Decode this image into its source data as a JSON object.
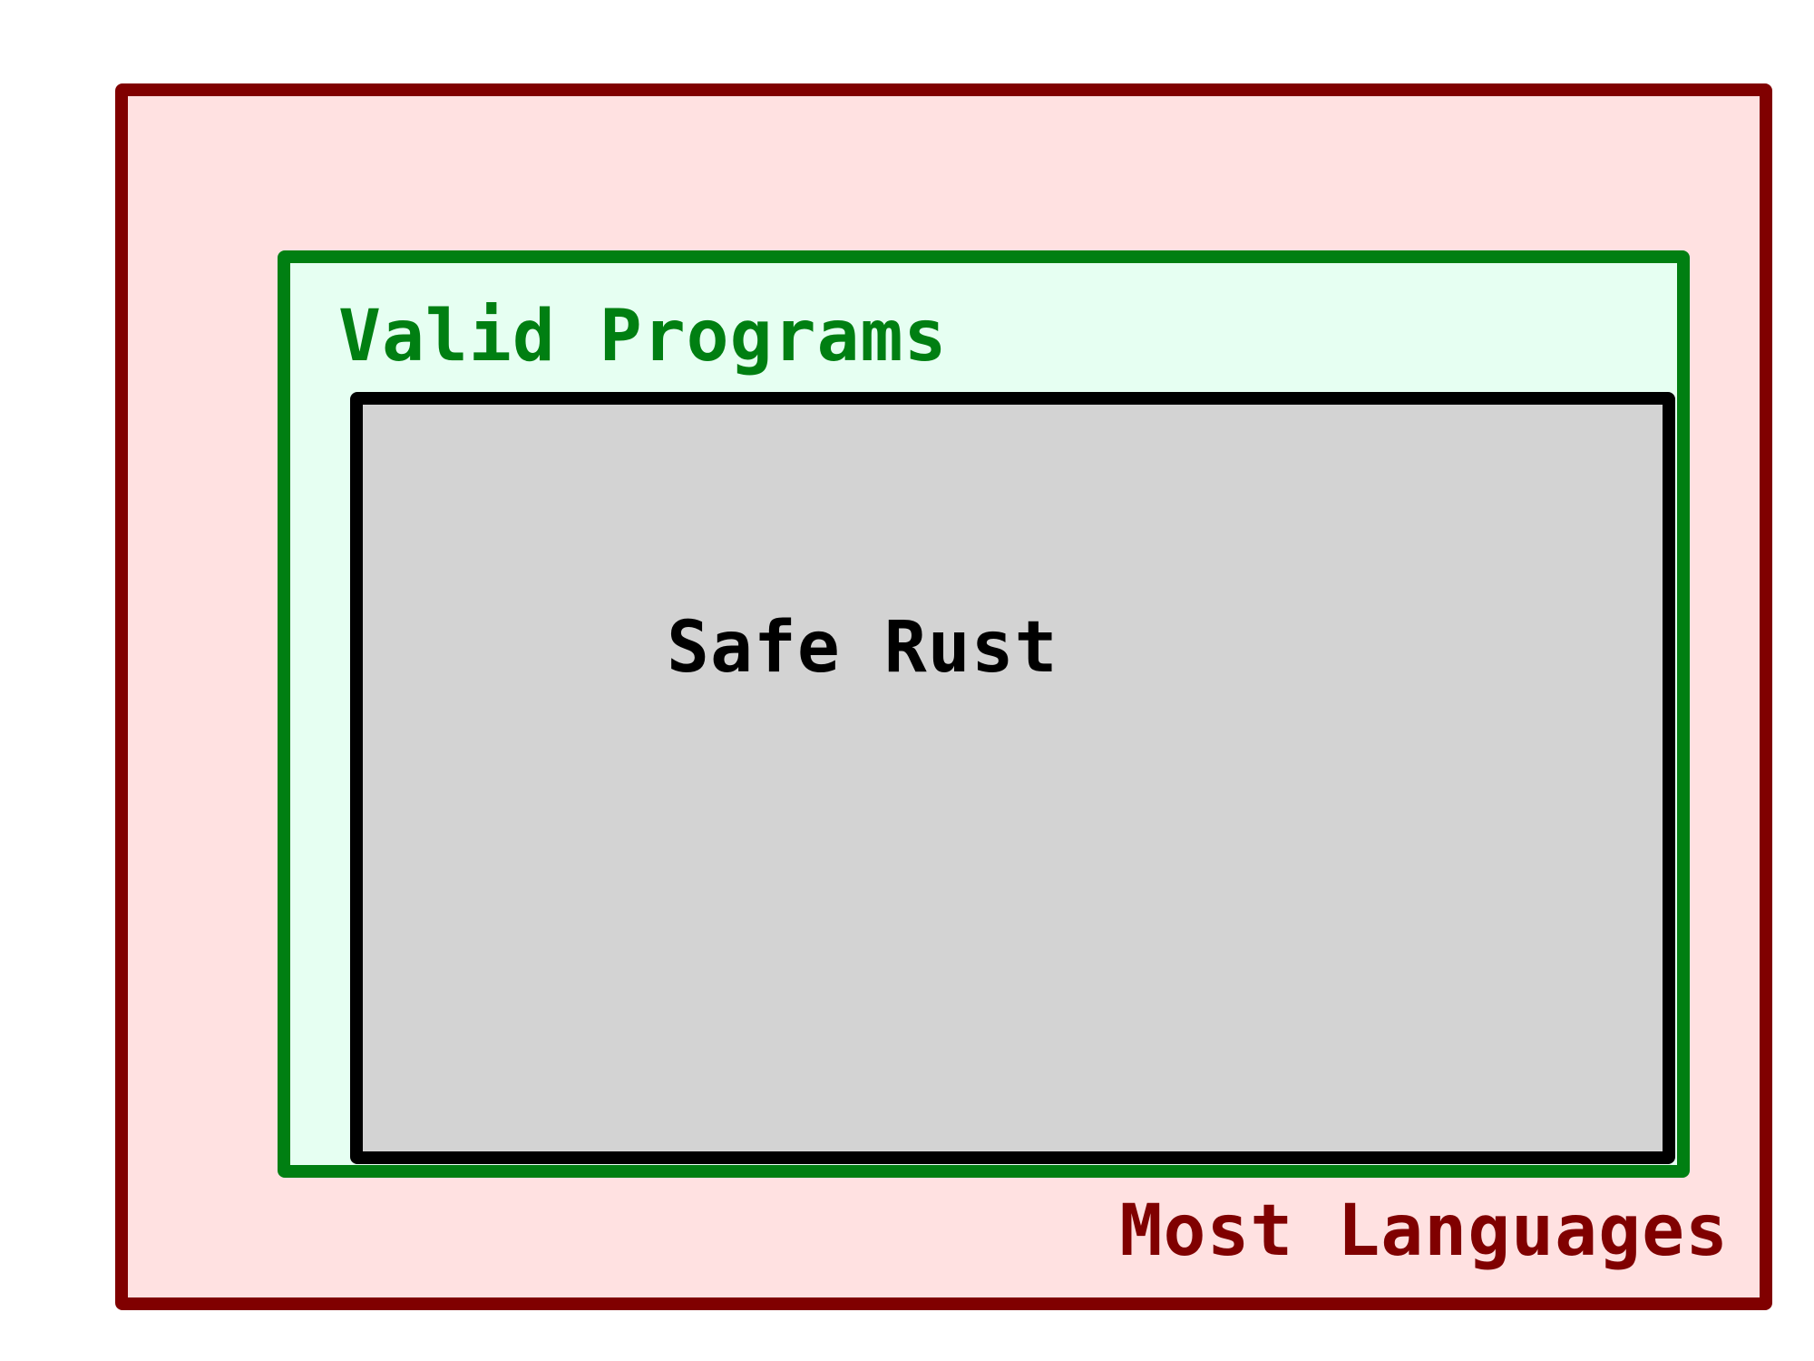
{
  "diagram": {
    "outer": {
      "label": "Most Languages",
      "border_color": "#800000",
      "fill_color": "#ffe1e1"
    },
    "middle": {
      "label": "Valid Programs",
      "border_color": "#007f12",
      "fill_color": "#e6fff2"
    },
    "inner": {
      "label": "Safe Rust",
      "border_color": "#000000",
      "fill_color": "#d3d3d3"
    }
  }
}
